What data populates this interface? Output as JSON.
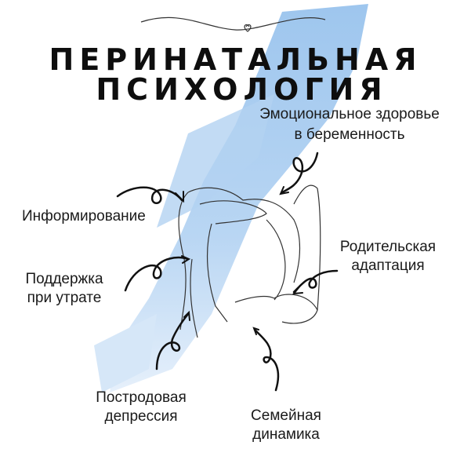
{
  "title": {
    "line1": "ПЕРИНАТАЛЬНАЯ",
    "line2": "ПСИХОЛОГИЯ"
  },
  "labels": {
    "emotional": {
      "line1": "Эмоциональное здоровье",
      "line2": "в беременность"
    },
    "informing": "Информирование",
    "loss_support": {
      "line1": "Поддержка",
      "line2": "при утрате"
    },
    "parental": {
      "line1": "Родительская",
      "line2": "адаптация"
    },
    "postpartum": {
      "line1": "Постродовая",
      "line2": "депрессия"
    },
    "family": {
      "line1": "Семейная",
      "line2": "динамика"
    }
  },
  "colors": {
    "brush": "#a9cdf0",
    "brush_light": "#dbe9f8",
    "text": "#111111"
  }
}
